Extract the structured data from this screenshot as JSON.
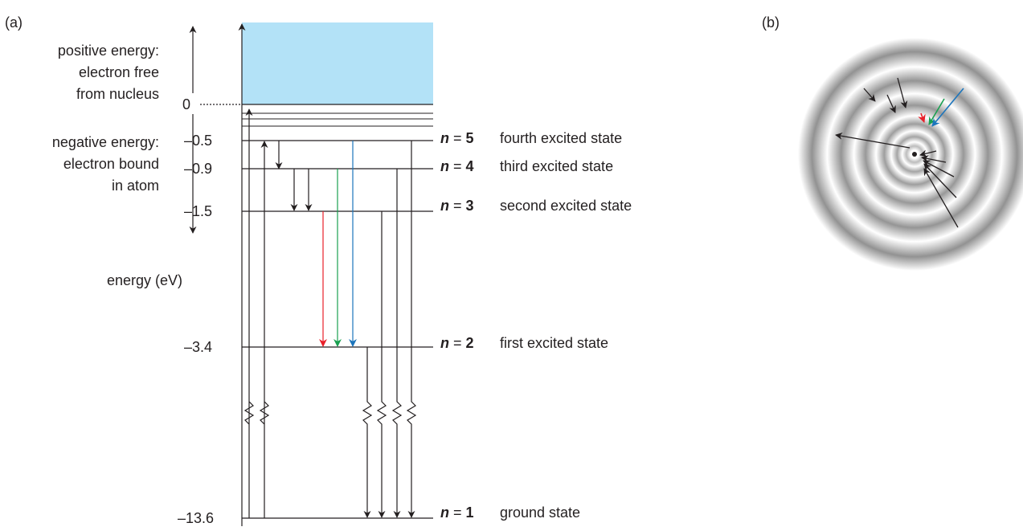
{
  "panel_a": {
    "label": "(a)",
    "positive_energy_lines": [
      "positive energy:",
      "electron free",
      "from nucleus"
    ],
    "negative_energy_lines": [
      "negative energy:",
      "electron bound",
      "in atom"
    ],
    "axis_label": "energy (eV)",
    "zero_label": "0",
    "continuum_color": "#b3e2f7",
    "levels": [
      {
        "n": 5,
        "energy": "–0.5",
        "name": "fourth excited state"
      },
      {
        "n": 4,
        "energy": "–0.9",
        "name": "third excited state"
      },
      {
        "n": 3,
        "energy": "–1.5",
        "name": "second excited state"
      },
      {
        "n": 2,
        "energy": "–3.4",
        "name": "first excited state"
      },
      {
        "n": 1,
        "energy": "–13.6",
        "name": "ground state"
      }
    ],
    "n_prefix": "n",
    "equals": " = ",
    "transition_colors": {
      "red": "#e8202a",
      "green": "#1aa050",
      "blue": "#1c75bc",
      "black": "#231f20"
    }
  },
  "panel_b": {
    "label": "(b)"
  }
}
